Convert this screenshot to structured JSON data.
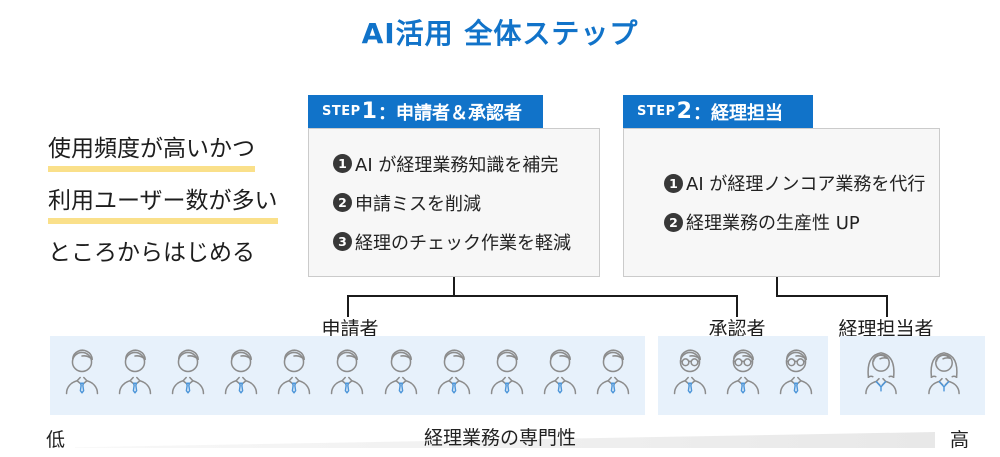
{
  "title": "AI活用 全体ステップ",
  "left_note": {
    "lines": [
      {
        "text": "使用頻度が高いかつ",
        "highlight": true
      },
      {
        "text": "利用ユーザー数が多い",
        "highlight": true
      },
      {
        "text": "ところからはじめる",
        "highlight": false
      }
    ]
  },
  "steps": [
    {
      "step_word": "STEP",
      "step_num": "1",
      "name": "：申請者＆承認者",
      "items": [
        {
          "num": "1",
          "text": "AI が経理業務知識を補完"
        },
        {
          "num": "2",
          "text": "申請ミスを削減"
        },
        {
          "num": "3",
          "text": "経理のチェック作業を軽減"
        }
      ]
    },
    {
      "step_word": "STEP",
      "step_num": "2",
      "name": "：経理担当",
      "items": [
        {
          "num": "1",
          "text": "AI が経理ノンコア業務を代行"
        },
        {
          "num": "2",
          "text": "経理業務の生産性 UP"
        }
      ]
    }
  ],
  "groups": [
    {
      "label": "申請者",
      "icon": "man-tie-icon",
      "person_type": "man",
      "count": 11
    },
    {
      "label": "承認者",
      "icon": "man-glasses-icon",
      "person_type": "man-glasses",
      "count": 3
    },
    {
      "label": "経理担当者",
      "icon": "woman-icon",
      "person_type": "woman",
      "count": 2
    }
  ],
  "axis": {
    "low": "低",
    "label": "経理業務の専門性",
    "high": "高"
  },
  "colors": {
    "accent_blue": "#1173C9",
    "highlight_yellow": "#FAE08A",
    "group_box_blue": "#E7F1FB",
    "tie_blue": "#4D96D9",
    "icon_gray": "#8C8C8C",
    "connector_black": "#1B1B1B",
    "step_body_gray": "#F7F7F7"
  }
}
